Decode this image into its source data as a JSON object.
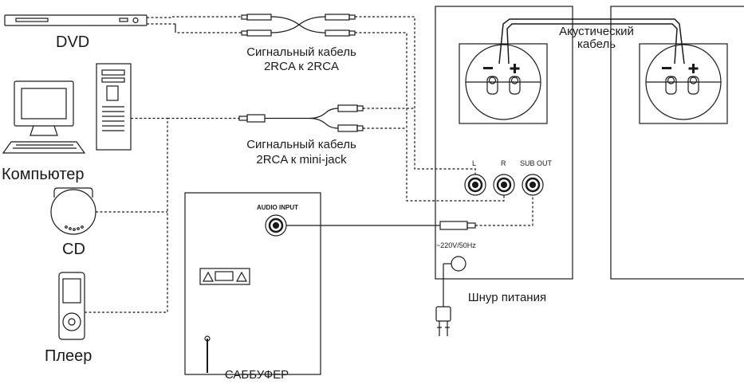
{
  "sources": {
    "dvd": "DVD",
    "computer": "Компьютер",
    "cd": "CD",
    "player": "Плеер"
  },
  "cables": {
    "rca_line1": "Сигнальный кабель",
    "rca_line2": "2RCA к 2RCA",
    "jack_line1": "Сигнальный кабель",
    "jack_line2": "2RCA к mini-jack",
    "speaker_line1": "Акустический",
    "speaker_line2": "кабель"
  },
  "speaker_panel": {
    "left": "L",
    "right": "R",
    "sub_out": "SUB OUT",
    "power_rating": "~220V/50Hz",
    "minus": "–",
    "plus": "+"
  },
  "subwoofer": {
    "audio_input": "AUDIO INPUT",
    "name": "САББУФЕР"
  },
  "power_cord": "Шнур питания"
}
